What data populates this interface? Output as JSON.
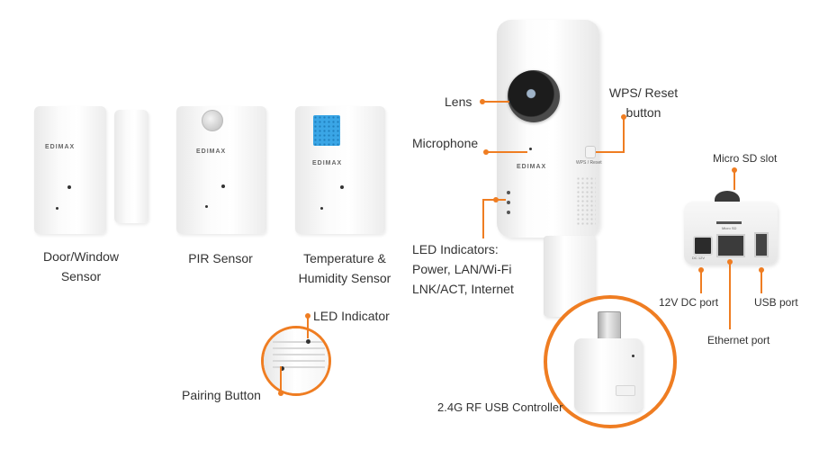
{
  "sensors": {
    "door_window": {
      "label_line1": "Door/Window",
      "label_line2": "Sensor",
      "brand": "EDIMAX"
    },
    "pir": {
      "label": "PIR Sensor",
      "brand": "EDIMAX"
    },
    "temp_humidity": {
      "label_line1": "Temperature &",
      "label_line2": "Humidity Sensor",
      "brand": "EDIMAX"
    }
  },
  "sensor_callouts": {
    "led_indicator": "LED Indicator",
    "pairing_button": "Pairing Button"
  },
  "camera": {
    "brand": "EDIMAX",
    "lens": "Lens",
    "microphone": "Microphone",
    "wps_line1": "WPS/ Reset",
    "wps_line2": "button",
    "wps_tiny": "WPS / Reset",
    "led_line1": "LED Indicators:",
    "led_line2": "Power, LAN/Wi-Fi",
    "led_line3": "LNK/ACT, Internet"
  },
  "usb_controller": {
    "label": "2.4G RF USB Controller"
  },
  "back_panel": {
    "micro_sd": "Micro SD slot",
    "dc_port": "12V DC port",
    "usb_port": "USB port",
    "ethernet_port": "Ethernet port",
    "tiny_sd": "Micro SD",
    "tiny_dc": "DC 12V"
  },
  "colors": {
    "accent": "#ef7d22",
    "sensor_window": "#3aa6e6"
  }
}
